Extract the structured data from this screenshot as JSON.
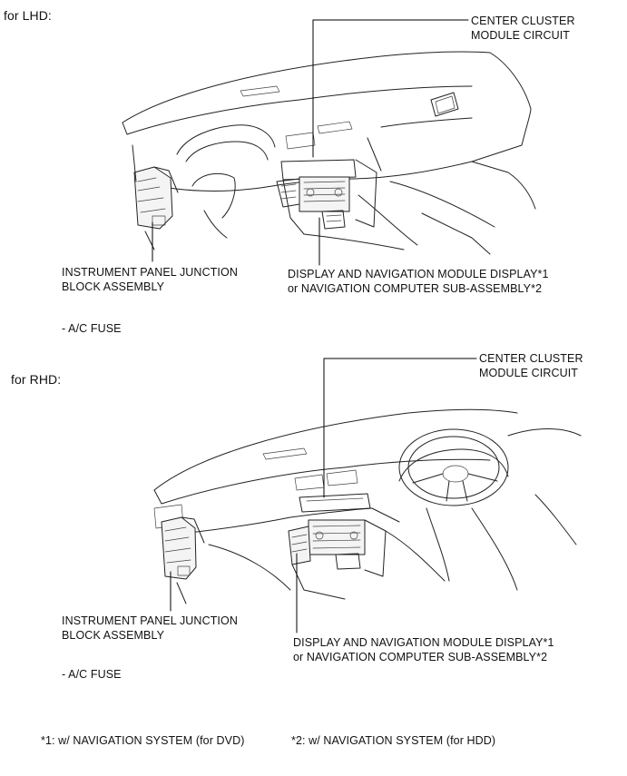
{
  "lhd": {
    "heading": "for LHD:",
    "callouts": {
      "center_cluster": [
        "CENTER CLUSTER",
        "MODULE CIRCUIT"
      ],
      "junction_block": [
        "INSTRUMENT PANEL JUNCTION",
        "BLOCK ASSEMBLY"
      ],
      "display_nav": [
        "DISPLAY AND NAVIGATION MODULE DISPLAY*1",
        "or NAVIGATION COMPUTER SUB-ASSEMBLY*2"
      ]
    },
    "fuse": "- A/C FUSE"
  },
  "rhd": {
    "heading": "for RHD:",
    "callouts": {
      "center_cluster": [
        "CENTER CLUSTER",
        "MODULE CIRCUIT"
      ],
      "junction_block": [
        "INSTRUMENT PANEL JUNCTION",
        "BLOCK ASSEMBLY"
      ],
      "display_nav": [
        "DISPLAY AND NAVIGATION MODULE DISPLAY*1",
        "or NAVIGATION COMPUTER SUB-ASSEMBLY*2"
      ]
    },
    "fuse": "- A/C FUSE"
  },
  "footnotes": {
    "note1": "*1: w/ NAVIGATION SYSTEM (for DVD)",
    "note2": "*2: w/ NAVIGATION SYSTEM (for HDD)"
  }
}
